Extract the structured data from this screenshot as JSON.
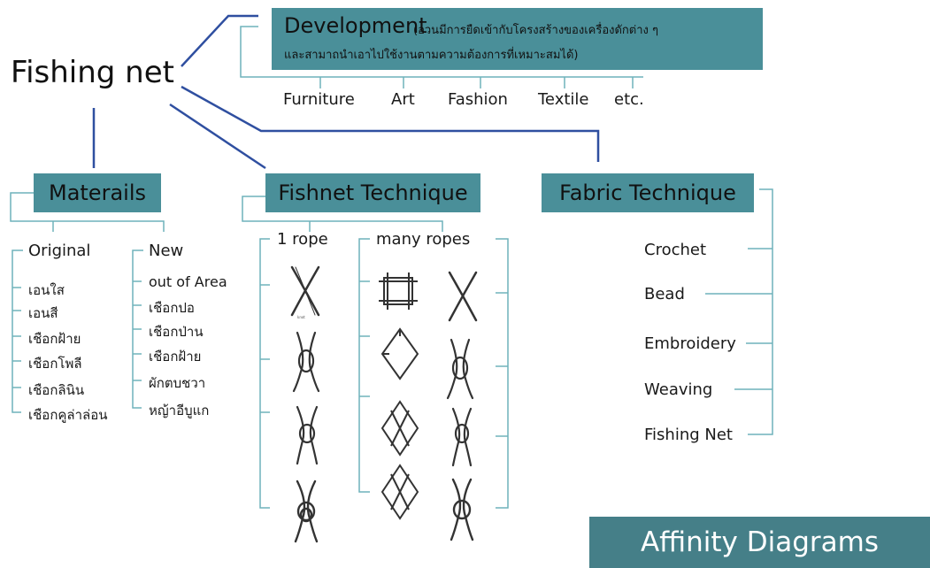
{
  "root": {
    "label": "Fishing net"
  },
  "development": {
    "title": "Development",
    "desc_line1": "(อวนมีการยืดเข้ากับโครงสร้างของเครื่องดักต่าง ๆ",
    "desc_line2": "และสามาถนำเอาไปใช้งานตามความต้องการที่เหมาะสมได้)",
    "items": [
      "Furniture",
      "Art",
      "Fashion",
      "Textile",
      "etc."
    ]
  },
  "materials": {
    "title": "Materails",
    "original": {
      "label": "Original",
      "items": [
        "เอนใส",
        "เอนสี",
        "เชือกฝ้าย",
        "เชือกโพลี",
        "เชือกลินิน",
        "เชือกคูล่าล่อน"
      ]
    },
    "new": {
      "label": "New",
      "items": [
        "out of Area",
        "เชือกปอ",
        "เชือกป่าน",
        "เชือกฝ้าย",
        "ผักตบชวา",
        "หญ้าอีบูแก"
      ]
    }
  },
  "fishnet": {
    "title": "Fishnet Technique",
    "one_rope": {
      "label": "1 rope",
      "knots": [
        "cross-knot-icon",
        "loop-knot-icon",
        "loop-knot-icon",
        "double-loop-knot-icon"
      ]
    },
    "many_ropes": {
      "label": "many ropes",
      "knots": [
        "square-knot-icon",
        "cross-knot-icon",
        "diamond-mesh-icon",
        "loop-knot-icon",
        "diamond-mesh-icon",
        "loop-knot-icon",
        "diamond-mesh-icon",
        "double-loop-knot-icon"
      ]
    }
  },
  "fabric": {
    "title": "Fabric Technique",
    "items": [
      "Crochet",
      "Bead",
      "Embroidery",
      "Weaving",
      "Fishing Net"
    ]
  },
  "footer": {
    "label": "Affinity Diagrams"
  },
  "colors": {
    "box": "#4a8f99",
    "footer": "#457f88",
    "connector": "#2f4fa0",
    "bracket": "#4a8f99"
  }
}
